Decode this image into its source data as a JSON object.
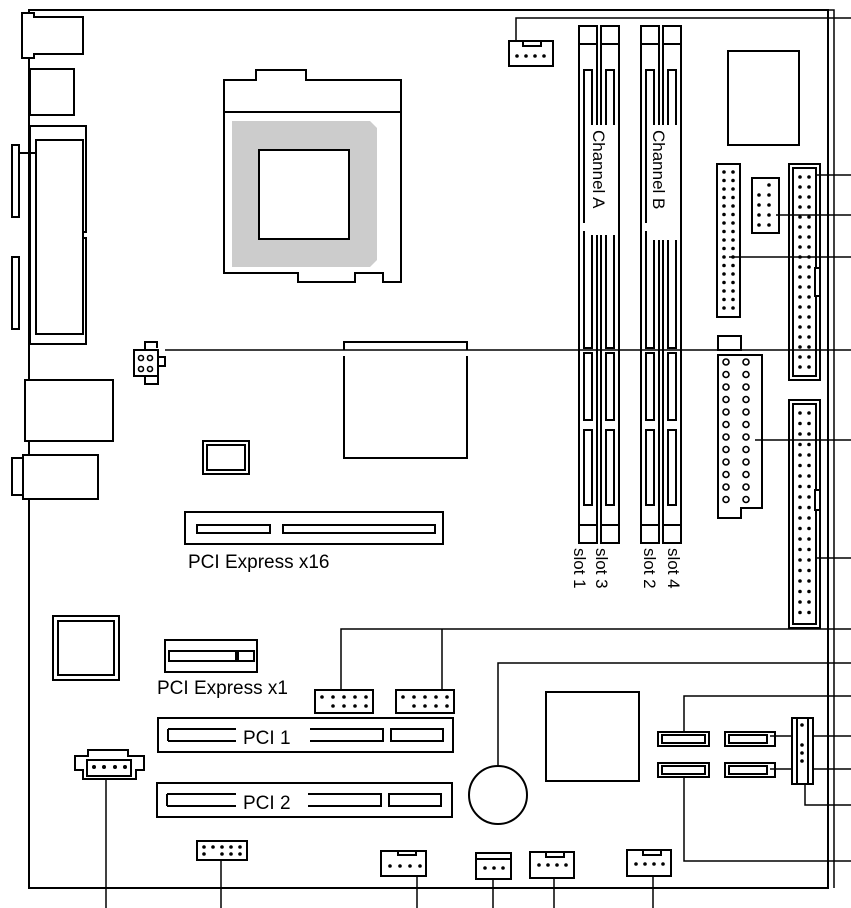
{
  "diagram": {
    "title": "System board component layout",
    "colors": {
      "line": "#000000",
      "background": "#ffffff",
      "socket_fill": "#cccccc"
    },
    "labels": {
      "channel_a": "Channel A",
      "channel_b": "Channel B",
      "slot_1": "slot 1",
      "slot_3": "slot 3",
      "slot_2": "slot 2",
      "slot_4": "slot 4",
      "pcie_x16": "PCI Express x16",
      "pcie_x1": "PCI Express x1",
      "pci_1": "PCI 1",
      "pci_2": "PCI 2"
    },
    "components": [
      "rear-io-ports",
      "cpu-socket",
      "cpu-fan-connector",
      "memory-slots",
      "northbridge-chip",
      "atx12v-power-connector",
      "main-power-connector",
      "floppy-connector",
      "ide-connectors",
      "pcie-x16-slot",
      "pcie-x1-slot",
      "pci-slots",
      "usb-headers",
      "battery",
      "southbridge-chip",
      "sata-connectors",
      "front-panel-header",
      "fan-connectors",
      "audio-header"
    ]
  }
}
